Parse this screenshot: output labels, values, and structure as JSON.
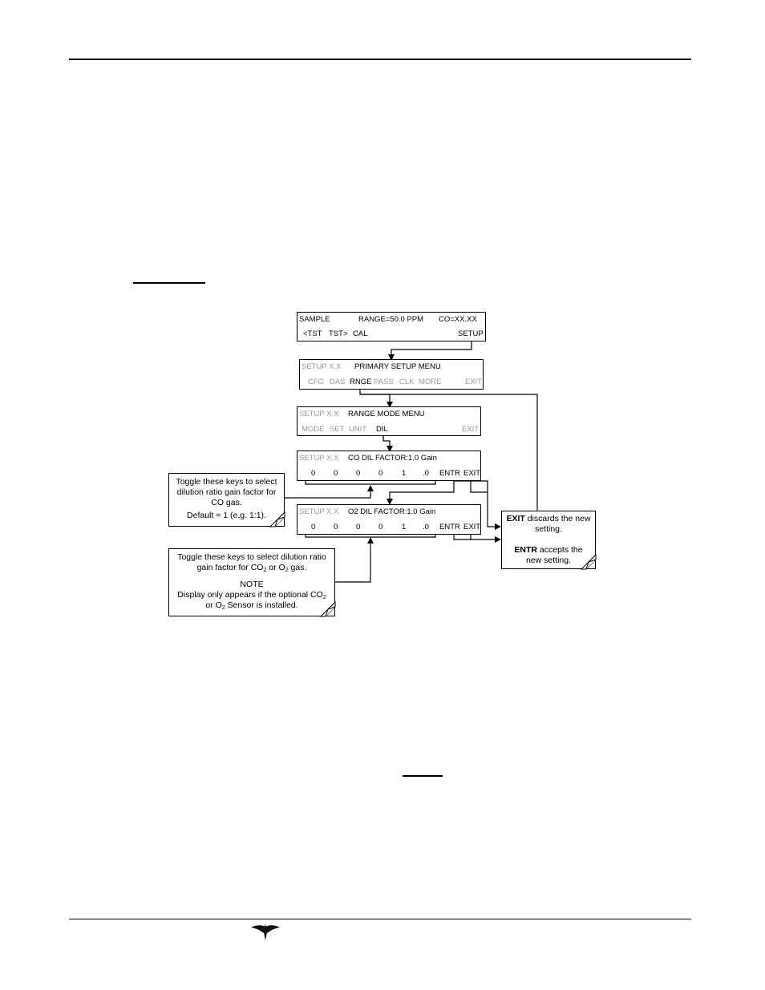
{
  "screens": {
    "sample": {
      "mode": "SAMPLE",
      "range": "RANGE=50.0 PPM",
      "conc": "CO=XX.XX",
      "keys": [
        "<TST",
        "TST>",
        "CAL",
        "SETUP"
      ]
    },
    "primary_setup": {
      "mode": "SETUP X.X",
      "title": "PRIMARY SETUP MENU",
      "keys": [
        "CFG",
        "DAS",
        "RNGE",
        "PASS",
        "CLK",
        "MORE",
        "EXIT"
      ]
    },
    "range_mode": {
      "mode": "SETUP X.X",
      "title": "RANGE MODE MENU",
      "keys": [
        "MODE",
        "SET",
        "UNIT",
        "DIL",
        "EXIT"
      ]
    },
    "co_dil": {
      "mode": "SETUP X.X",
      "title": "CO DIL FACTOR:1.0 Gain",
      "digits": [
        "0",
        "0",
        "0",
        "0",
        "1",
        ".0"
      ],
      "keys": [
        "ENTR",
        "EXIT"
      ]
    },
    "o2_dil": {
      "mode": "SETUP X.X",
      "title": "O2 DIL FACTOR:1.0 Gain",
      "digits": [
        "0",
        "0",
        "0",
        "0",
        "1",
        ".0"
      ],
      "keys": [
        "ENTR",
        "EXIT"
      ]
    }
  },
  "notes": {
    "co_toggle": {
      "line1": "Toggle these keys to select",
      "line2": "dilution ratio gain factor for",
      "line3": "CO gas.",
      "default": "Default = 1 (e.g. 1:1)."
    },
    "o2_toggle": {
      "line1": "Toggle these keys to select dilution ratio",
      "line2a": "gain factor for CO",
      "sub2": "2",
      "line2b": " or O",
      "sub3": "2",
      "line2c": " gas.",
      "note_title": "NOTE",
      "line4a": "Display only appears if the optional CO",
      "sub4": "2",
      "line5a": "or O",
      "sub5": "2",
      "line5b": " Sensor is installed."
    },
    "exit_entr": {
      "exit_key": "EXIT",
      "exit_text": " discards the new",
      "exit_text2": "setting.",
      "entr_key": "ENTR",
      "entr_text": " accepts the",
      "entr_text2": "new setting."
    }
  }
}
